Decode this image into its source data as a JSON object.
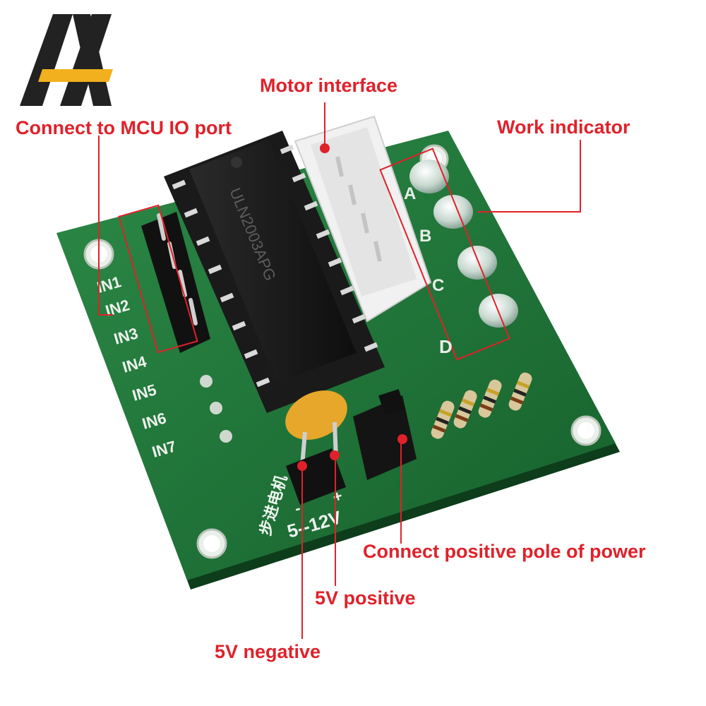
{
  "callouts": {
    "motor_interface": "Motor interface",
    "mcu_io": "Connect to MCU IO port",
    "work_indicator": "Work indicator",
    "positive_power": "Connect positive pole of power",
    "pos_5v": "5V positive",
    "neg_5v": "5V negative"
  },
  "board": {
    "chip_label": "ULN2003APG",
    "inputs": [
      "IN1",
      "IN2",
      "IN3",
      "IN4",
      "IN5",
      "IN6",
      "IN7"
    ],
    "led_letters": [
      "A",
      "B",
      "C",
      "D"
    ],
    "power_minus": "-",
    "power_plus": "+",
    "voltage_label": "5--12V",
    "chinese_label": "步进电机"
  },
  "colors": {
    "callout": "#e0212a",
    "pcb": "#1f7a3a",
    "logo_dark": "#222222",
    "logo_accent": "#f2b01e"
  },
  "icons": {
    "logo": "brand-logo-icon"
  }
}
